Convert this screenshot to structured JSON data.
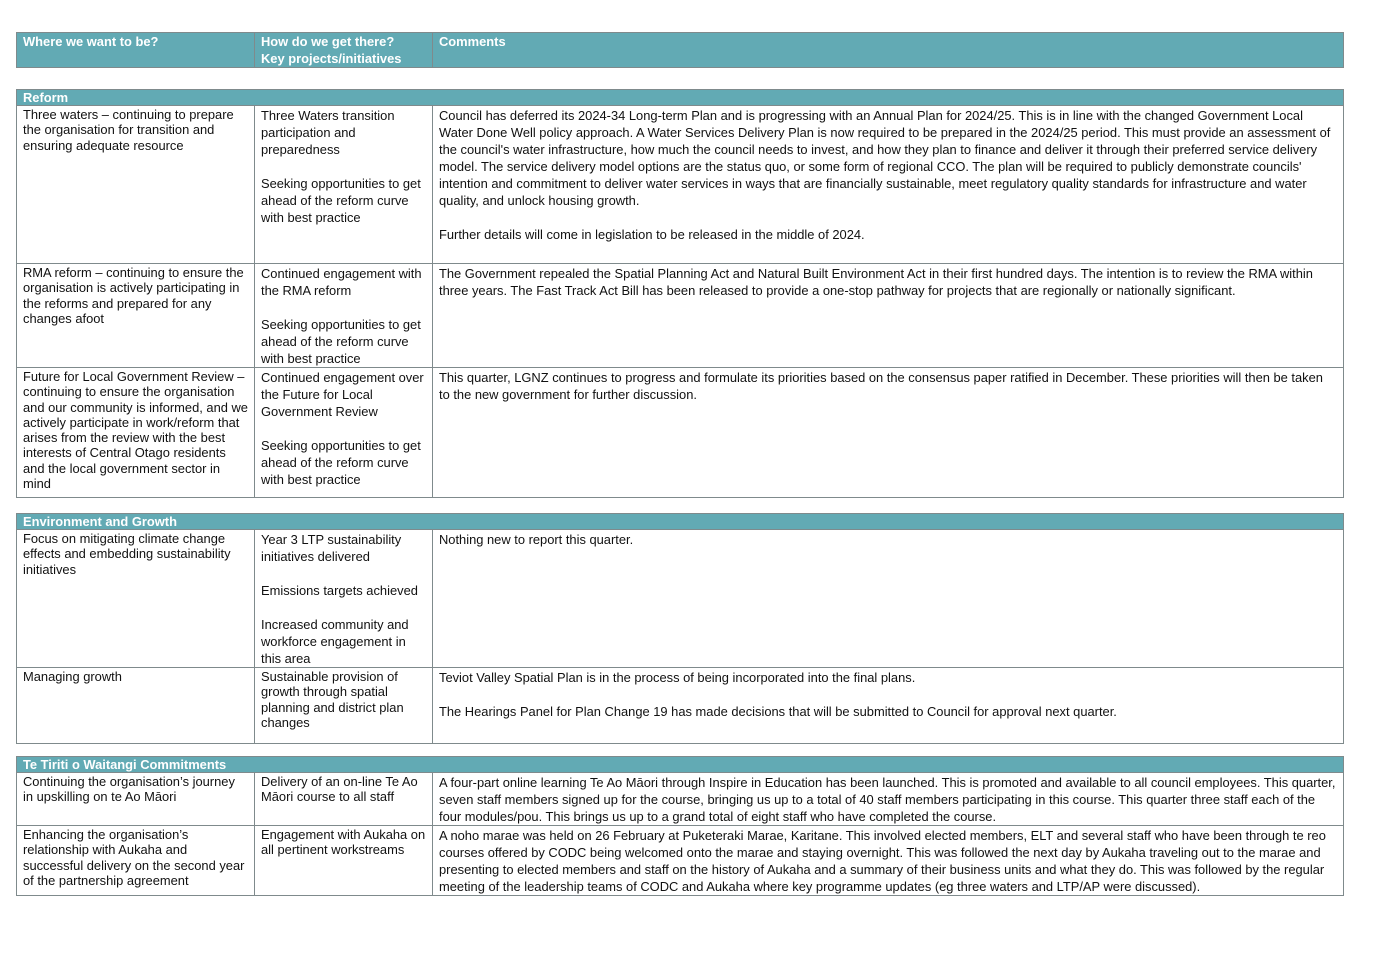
{
  "header": {
    "col1": "Where we want to be?",
    "col2": "How do we get there?\nKey projects/initiatives",
    "col3": "Comments"
  },
  "sections": [
    {
      "title": "Reform",
      "rows": [
        {
          "goal": "Three waters – continuing to prepare the organisation for transition and ensuring adequate resource",
          "initiatives": [
            "Three Waters transition participation and preparedness",
            "Seeking opportunities to get ahead of the reform curve with best practice"
          ],
          "comments": [
            "Council has deferred its 2024-34 Long-term Plan and is progressing with an Annual Plan for 2024/25. This is in line with the changed Government Local Water Done Well policy approach.  A Water Services Delivery Plan is now required to be prepared in the 2024/25 period.  This must provide an assessment of the council's water infrastructure, how much the council needs to invest, and how they plan to finance and deliver it through their preferred service delivery model.  The service delivery model options are the status quo, or some form of regional CCO.  The plan will be required to publicly demonstrate councils' intention and commitment to deliver water services in ways that are financially sustainable, meet regulatory quality standards for infrastructure and water quality, and unlock housing growth.",
            "Further details will come in legislation to be released in the middle of 2024."
          ]
        },
        {
          "goal": "RMA reform – continuing to ensure the organisation is actively participating in the reforms and prepared for any changes afoot",
          "initiatives": [
            "Continued engagement with the RMA reform",
            "Seeking opportunities to get ahead of the reform curve with best practice"
          ],
          "comments": [
            "The Government repealed the Spatial Planning Act and Natural Built Environment Act in their first hundred days. The intention is to review the RMA within three years. The Fast Track Act Bill has been released to provide a one-stop pathway for projects that are regionally or nationally significant."
          ]
        },
        {
          "goal": "Future for Local Government Review – continuing to ensure the organisation and our community is informed, and we actively participate in work/reform that arises from the review with the best interests of Central Otago residents and the local government sector in mind",
          "initiatives": [
            "Continued engagement over the Future for Local Government Review",
            "Seeking opportunities to get ahead of the reform curve with best practice"
          ],
          "comments": [
            "This quarter, LGNZ continues to progress and formulate its priorities based on the consensus paper ratified in December. These priorities will then be taken to the new government for further discussion."
          ]
        }
      ]
    },
    {
      "title": "Environment and Growth",
      "rows": [
        {
          "goal": "Focus on mitigating climate change effects and embedding sustainability initiatives",
          "initiatives": [
            "Year 3 LTP sustainability initiatives delivered",
            "Emissions targets achieved",
            "Increased community and workforce engagement in this area"
          ],
          "comments": [
            "Nothing new to report this quarter."
          ]
        },
        {
          "goal": "Managing growth",
          "initiatives": [
            "Sustainable provision of growth through spatial planning and district plan changes"
          ],
          "comments": [
            "Teviot Valley Spatial Plan is in the process of being incorporated into the final plans.",
            "The Hearings Panel for Plan Change 19 has made decisions that will be submitted to Council for approval next quarter."
          ]
        }
      ]
    },
    {
      "title": "Te Tiriti o Waitangi Commitments",
      "rows": [
        {
          "goal": "Continuing the organisation’s journey in upskilling on te Ao Māori",
          "initiatives": [
            "Delivery of an on-line Te Ao Māori course to all staff"
          ],
          "comments": [
            "A four-part online learning Te Ao Māori through Inspire in Education has been launched.  This is promoted and available to all council employees. This quarter, seven staff members signed up for the course, bringing us up to a total of 40 staff members participating in this course. This quarter three staff each of the four modules/pou. This brings us up to a grand total of eight staff who have completed the course."
          ]
        },
        {
          "goal": "Enhancing the organisation’s relationship with Aukaha and successful delivery on the second year of the partnership agreement",
          "initiatives": [
            "Engagement with Aukaha on all pertinent workstreams"
          ],
          "comments": [
            "A noho marae was held on 26 February at Puketeraki Marae, Karitane. This involved elected members, ELT and several staff who have been through te reo courses offered by CODC being welcomed onto the marae and staying overnight. This was followed the next day by Aukaha traveling out to the marae and presenting to elected members and staff on the history of Aukaha and a summary of their business units and what they do. This was followed by the regular meeting of the leadership teams of CODC and Aukaha where key programme updates (eg three waters and LTP/AP were discussed)."
          ]
        }
      ]
    }
  ]
}
